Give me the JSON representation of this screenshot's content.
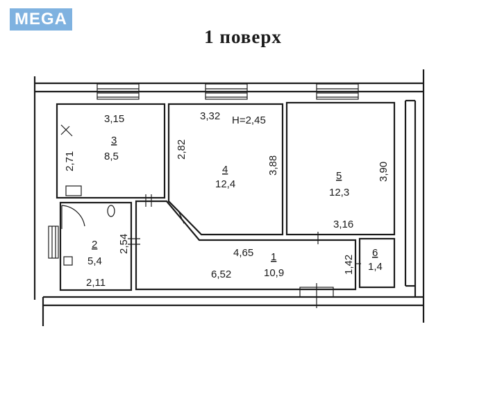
{
  "logo": {
    "text": "MEGA",
    "color": "#7fb2e0"
  },
  "title": "1 поверх",
  "rooms": [
    {
      "number": "3",
      "area": "8,5",
      "dims": [
        "3,15",
        "2,71"
      ]
    },
    {
      "number": "4",
      "area": "12,4",
      "dims": [
        "3,32",
        "2,82",
        "3,88"
      ],
      "height_note": "H=2,45"
    },
    {
      "number": "5",
      "area": "12,3",
      "dims": [
        "3,90",
        "3,16"
      ]
    },
    {
      "number": "2",
      "area": "5,4",
      "dims": [
        "2,54",
        "2,11"
      ]
    },
    {
      "number": "1",
      "area": "10,9",
      "dims": [
        "4,65",
        "6,52",
        "1,42"
      ]
    },
    {
      "number": "6",
      "area": "1,4",
      "dims": []
    }
  ]
}
